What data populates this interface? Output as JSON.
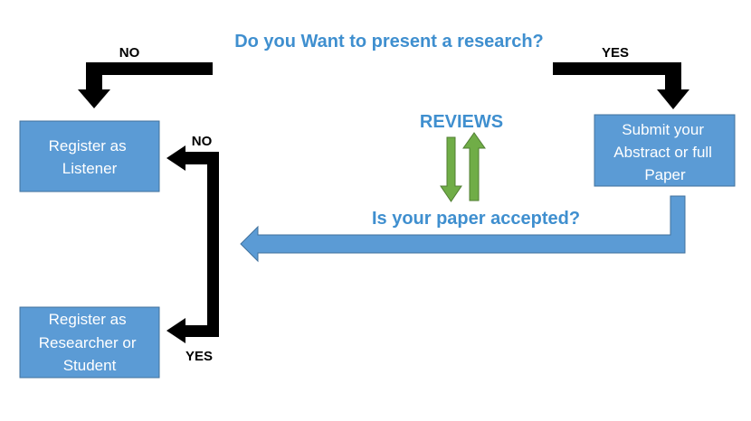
{
  "colors": {
    "box_fill": "#5b9bd5",
    "box_stroke": "#41719c",
    "question_text": "#3f8fcf",
    "black_arrow": "#000000",
    "green_arrow": "#70ad47",
    "green_arrow_stroke": "#507e32",
    "blue_arrow": "#5b9bd5"
  },
  "questions": {
    "present": "Do you Want to present a research?",
    "reviews": "REVIEWS",
    "accepted": "Is your paper accepted?"
  },
  "labels": {
    "top_no": "NO",
    "top_yes": "YES",
    "bottom_no": "NO",
    "bottom_yes": "YES"
  },
  "boxes": {
    "listener": [
      "Register as",
      "Listener"
    ],
    "submit": [
      "Submit your",
      "Abstract or full",
      "Paper"
    ],
    "researcher": [
      "Register as",
      "Researcher or",
      "Student"
    ]
  }
}
